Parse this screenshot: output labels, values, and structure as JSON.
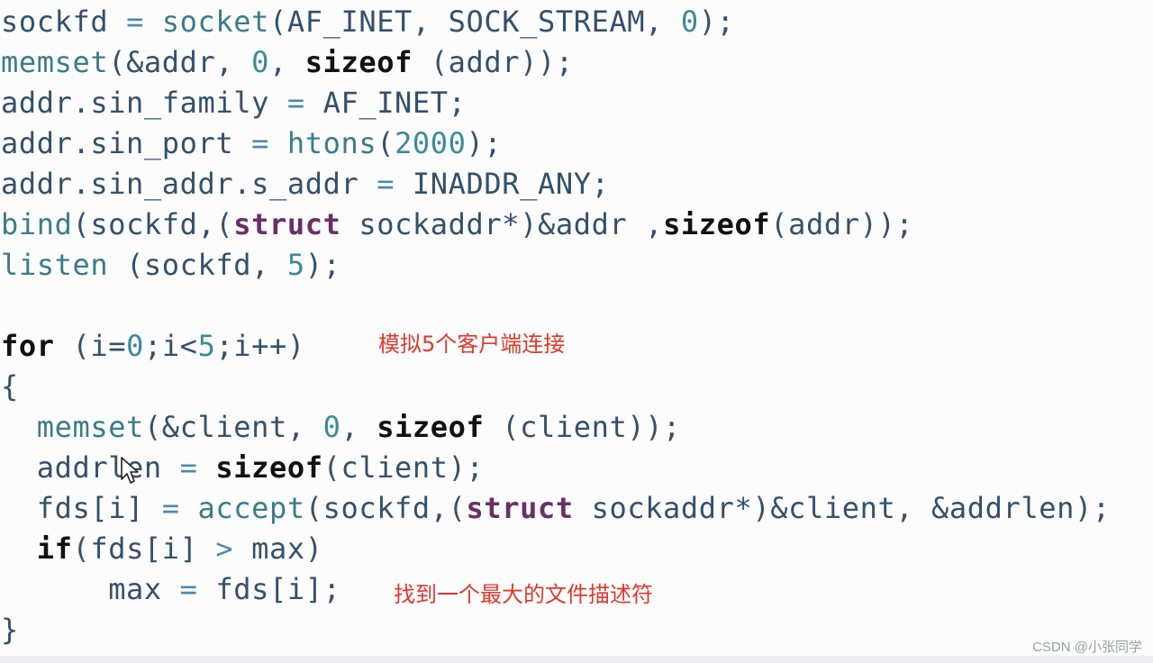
{
  "code_lines": [
    [
      [
        "sockfd ",
        "id"
      ],
      [
        "= ",
        "op"
      ],
      [
        "socket",
        "fn"
      ],
      [
        "(AF_INET, SOCK_STREAM, ",
        "id"
      ],
      [
        "0",
        "num"
      ],
      [
        ");",
        "id"
      ]
    ],
    [
      [
        "memset",
        "fn"
      ],
      [
        "(&addr, ",
        "id"
      ],
      [
        "0",
        "num"
      ],
      [
        ", ",
        "id"
      ],
      [
        "sizeof",
        "kw"
      ],
      [
        " (addr));",
        "id"
      ]
    ],
    [
      [
        "addr.sin_family ",
        "id"
      ],
      [
        "= ",
        "op"
      ],
      [
        "AF_INET;",
        "id"
      ]
    ],
    [
      [
        "addr.sin_port ",
        "id"
      ],
      [
        "= ",
        "op"
      ],
      [
        "htons",
        "fn"
      ],
      [
        "(",
        "id"
      ],
      [
        "2000",
        "num"
      ],
      [
        ");",
        "id"
      ]
    ],
    [
      [
        "addr.sin_addr.s_addr ",
        "id"
      ],
      [
        "= ",
        "op"
      ],
      [
        "INADDR_ANY;",
        "id"
      ]
    ],
    [
      [
        "bind",
        "fn"
      ],
      [
        "(sockfd,(",
        "id"
      ],
      [
        "struct",
        "st"
      ],
      [
        " sockaddr*)&addr ,",
        "id"
      ],
      [
        "sizeof",
        "kw"
      ],
      [
        "(addr));",
        "id"
      ]
    ],
    [
      [
        "listen",
        "fn"
      ],
      [
        " (sockfd, ",
        "id"
      ],
      [
        "5",
        "num"
      ],
      [
        ");",
        "id"
      ]
    ],
    [],
    [
      [
        "for",
        "kw"
      ],
      [
        " (i=",
        "id"
      ],
      [
        "0",
        "num"
      ],
      [
        ";i<",
        "id"
      ],
      [
        "5",
        "num"
      ],
      [
        ";i++)",
        "id"
      ]
    ],
    [
      [
        "{",
        "id"
      ]
    ],
    [
      [
        "  ",
        "id"
      ],
      [
        "memset",
        "fn"
      ],
      [
        "(&client, ",
        "id"
      ],
      [
        "0",
        "num"
      ],
      [
        ", ",
        "id"
      ],
      [
        "sizeof",
        "kw"
      ],
      [
        " (client));",
        "id"
      ]
    ],
    [
      [
        "  addrlen ",
        "id"
      ],
      [
        "= ",
        "op"
      ],
      [
        "sizeof",
        "kw"
      ],
      [
        "(client);",
        "id"
      ]
    ],
    [
      [
        "  fds[i] ",
        "id"
      ],
      [
        "= ",
        "op"
      ],
      [
        "accept",
        "fn"
      ],
      [
        "(sockfd,(",
        "id"
      ],
      [
        "struct",
        "st"
      ],
      [
        " sockaddr*)&client, &addrlen);",
        "id"
      ]
    ],
    [
      [
        "  ",
        "id"
      ],
      [
        "if",
        "kw"
      ],
      [
        "(fds[i] ",
        "id"
      ],
      [
        "> ",
        "op"
      ],
      [
        "max)",
        "id"
      ]
    ],
    [
      [
        "      max ",
        "id"
      ],
      [
        "= ",
        "op"
      ],
      [
        "fds[i];",
        "id"
      ]
    ],
    [
      [
        "}",
        "id"
      ]
    ]
  ],
  "annotations": {
    "loop_note": "模拟5个客户端连接",
    "max_note": "找到一个最大的文件描述符"
  },
  "watermark": "CSDN @小张同学",
  "colors": {
    "annotation": "#e0382a",
    "keyword": "#111111",
    "function": "#3b7c88",
    "struct": "#6a2f66"
  },
  "cursor_icon": "mouse-pointer-icon"
}
